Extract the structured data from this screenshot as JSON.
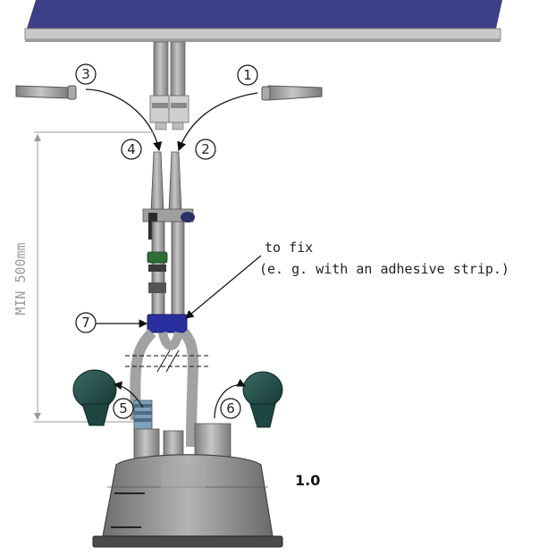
{
  "figure_label": "1.0",
  "dimension_label": "MIN 500mm",
  "note_line_1": "to fix",
  "note_line_2": "(e. g. with an adhesive strip.)",
  "callouts": [
    "1",
    "2",
    "3",
    "4",
    "5",
    "6",
    "7"
  ],
  "colors": {
    "ceiling": "#3d3f86",
    "tube": "#9c9c9c",
    "clip_blue": "#2a2fa0",
    "connector_green": "#2f6e35",
    "cap_teal": "#1e4a44",
    "humidifier_body": "#8e8e8e"
  }
}
